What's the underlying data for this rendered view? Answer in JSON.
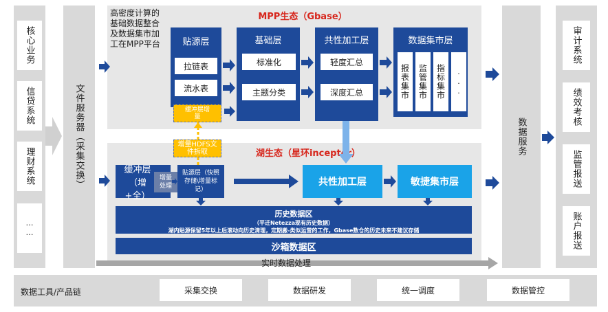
{
  "left_column": {
    "items": [
      "核心业务",
      "信贷系统",
      "理财系统",
      "……"
    ]
  },
  "file_service": {
    "label": "文件服务器（采集交换）"
  },
  "mpp": {
    "title": "MPP生态（Gbase）",
    "note": "高密度计算的基础数据整合及数据集市加工在MPP平台",
    "layers": {
      "paste": {
        "title": "贴源层",
        "items": [
          "拉链表",
          "流水表"
        ]
      },
      "base": {
        "title": "基础层",
        "items": [
          "标准化",
          "主题分类"
        ]
      },
      "common": {
        "title": "共性加工层",
        "items": [
          "轻度汇总",
          "深度汇总"
        ]
      },
      "mart": {
        "title": "数据集市层",
        "items": [
          "报表集市",
          "监管集市",
          "指标集市",
          "..."
        ]
      }
    },
    "buffer_increment": "缓冲层增量"
  },
  "lake": {
    "title": "湖生态（星环inceptor）",
    "hdfs": "增量HDFS文件拆取",
    "buffer": "缓冲层（增+全）",
    "incr_process": "增量处理",
    "paste": "贴源层（快照存储\\增量标记）",
    "common": "共性加工层",
    "mart": "敏捷集市层",
    "history_title": "历史数据区",
    "history_sub": "（平迁Netezza现有历史数据）",
    "history_desc": "湖内贴源保留5年以上后滚动向历史清理，定期搬-类似运营的工作，Gbase数仓的历史未来不建议存储",
    "sandbox": "沙箱数据区"
  },
  "realtime": "实时数据处理",
  "data_service": "数据服务",
  "right_column": {
    "items": [
      "审计系统",
      "绩效考核",
      "监管报送",
      "账户报送"
    ]
  },
  "footer": {
    "label": "数据工具/产品链",
    "buttons": [
      "采集交换",
      "数据研发",
      "统一调度",
      "数据管控"
    ]
  },
  "colors": {
    "navy": "#1e4a9a",
    "cyan": "#1aa3e8",
    "yellow": "#ffc000",
    "title_red": "#d7261c",
    "gray": "#d9d9d9"
  }
}
